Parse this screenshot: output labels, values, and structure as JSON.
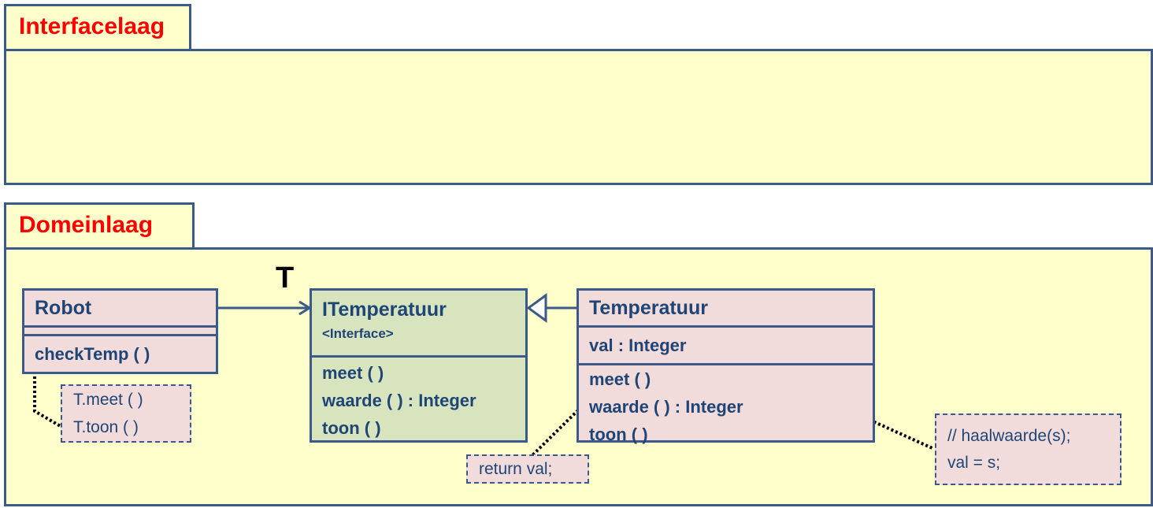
{
  "layers": {
    "interface": {
      "title": "Interfacelaag"
    },
    "domain": {
      "title": "Domeinlaag"
    }
  },
  "association_label": "T",
  "robot": {
    "name": "Robot",
    "methods": [
      "checkTemp ( )"
    ]
  },
  "itemperatuur": {
    "name": "ITemperatuur",
    "stereotype": "<Interface>",
    "methods": [
      "meet ( )",
      "waarde ( ) : Integer",
      "toon ( )"
    ]
  },
  "temperatuur": {
    "name": "Temperatuur",
    "attributes": [
      "val : Integer"
    ],
    "methods": [
      "meet ( )",
      "waarde ( ) : Integer",
      "toon ( )"
    ]
  },
  "notes": {
    "robot_check": [
      "T.meet ( )",
      "T.toon ( )"
    ],
    "waarde": [
      "return val;"
    ],
    "meet": [
      "// haalwaarde(s);",
      "val = s;"
    ]
  },
  "colors": {
    "border": "#3b5a8a",
    "text": "#1f4577",
    "layer_title": "#ff0000",
    "layer_fill": "#ffffcc",
    "class_fill": "#f2dcdb",
    "interface_fill": "#d7e4bd"
  }
}
